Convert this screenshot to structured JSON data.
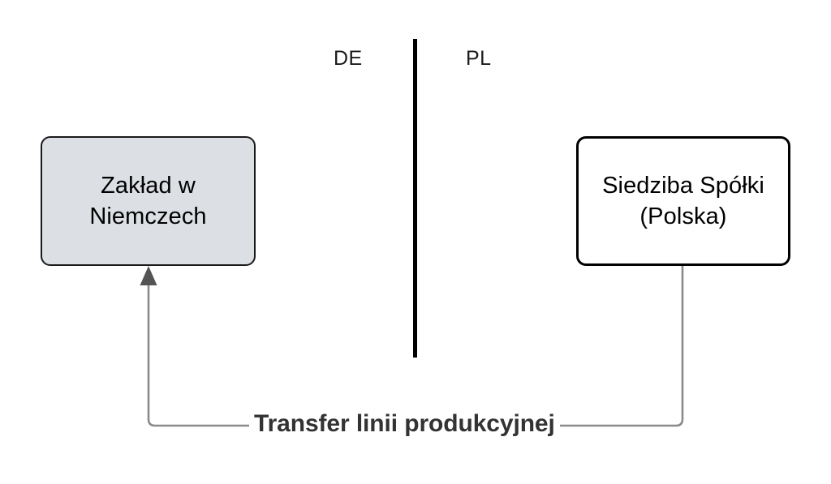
{
  "diagram": {
    "title": "Transfer linii produkcyjnej",
    "border": {
      "left_label": "DE",
      "right_label": "PL",
      "divider_color": "#000000"
    },
    "nodes": [
      {
        "id": "de-plant",
        "lines": [
          "Zakład w",
          "Niemczech"
        ],
        "fill": "#dcdfe3",
        "stroke": "#1a1a1a",
        "side": "DE"
      },
      {
        "id": "pl-hq",
        "lines": [
          "Siedziba Spółki",
          "(Polska)"
        ],
        "fill": "#ffffff",
        "stroke": "#000000",
        "side": "PL"
      }
    ],
    "edges": [
      {
        "id": "transfer-edge",
        "label": "Transfer linii produkcyjnej",
        "from": "pl-hq",
        "to": "de-plant",
        "stroke": "#8a8a8a",
        "arrowhead": "#545454",
        "label_color": "#333333"
      }
    ]
  }
}
